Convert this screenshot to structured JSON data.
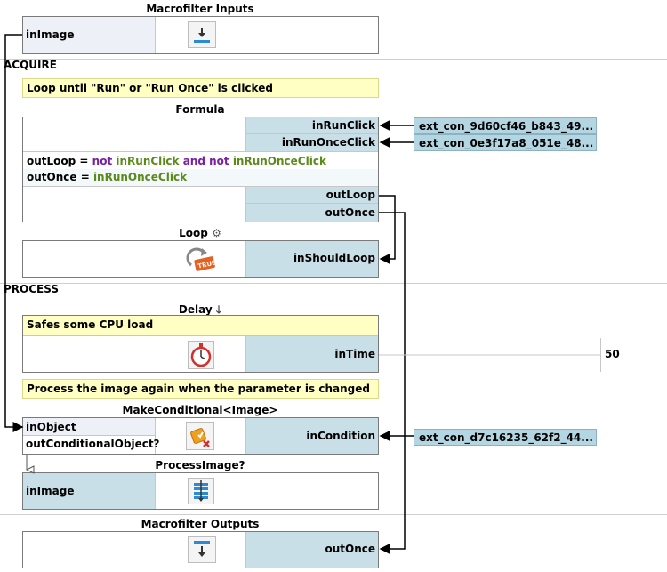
{
  "inputs": {
    "title": "Macrofilter Inputs",
    "port": "inImage"
  },
  "sections": {
    "acquire": "ACQUIRE",
    "process": "PROCESS"
  },
  "comments": {
    "loop": "Loop until \"Run\" or \"Run Once\" is clicked",
    "delay": "Safes some CPU load",
    "process": "Process the image again when the parameter is changed"
  },
  "formula": {
    "title": "Formula",
    "inputs": [
      "inRunClick",
      "inRunOnceClick"
    ],
    "line1": {
      "lhs": "outLoop = ",
      "kw1": "not",
      "v1": "inRunClick",
      "kw2": "and not",
      "v2": "inRunOnceClick"
    },
    "line2": {
      "lhs": "outOnce = ",
      "v1": "inRunOnceClick"
    },
    "outputs": [
      "outLoop",
      "outOnce"
    ]
  },
  "external": {
    "run_click": "ext_con_9d60cf46_b843_49...",
    "run_once_click": "ext_con_0e3f17a8_051e_48...",
    "condition": "ext_con_d7c16235_62f2_44..."
  },
  "loop": {
    "title": "Loop",
    "port": "inShouldLoop",
    "icon_text": "TRUE"
  },
  "delay": {
    "title": "Delay",
    "port": "inTime",
    "value": "50"
  },
  "make_conditional": {
    "title": "MakeConditional<Image>",
    "inputs": [
      "inObject",
      "outConditionalObject?"
    ],
    "port": "inCondition"
  },
  "process_image": {
    "title": "ProcessImage?",
    "port": "inImage"
  },
  "outputs": {
    "title": "Macrofilter Outputs",
    "port": "outOnce"
  },
  "colors": {
    "port_blue": "#c9dfe7",
    "external": "#b3d6e2",
    "comment": "#ffffc4",
    "keyword": "#7a1fa2",
    "variable": "#5b8a1a"
  },
  "icons": [
    "download-icon",
    "gear-icon",
    "loop-true-icon",
    "down-arrow-icon",
    "stopwatch-icon",
    "conditional-icon",
    "process-list-icon",
    "upload-icon"
  ]
}
